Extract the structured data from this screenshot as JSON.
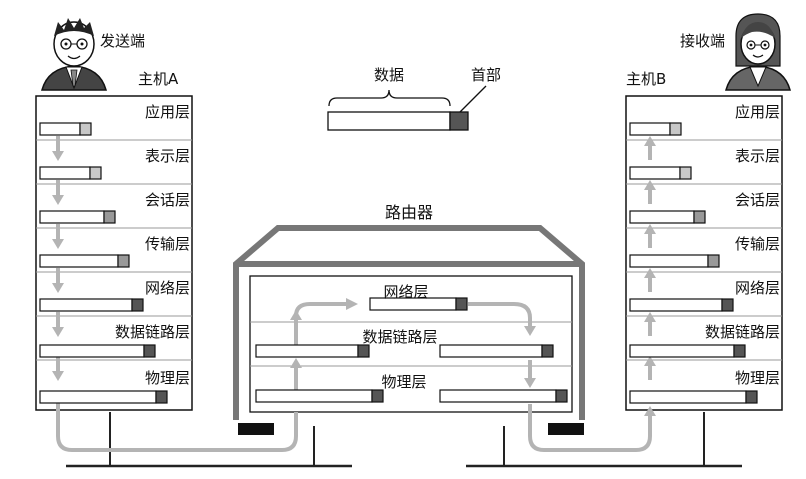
{
  "sender": {
    "label": "发送端",
    "host": "主机A"
  },
  "receiver": {
    "label": "接收端",
    "host": "主机B"
  },
  "legend": {
    "data": "数据",
    "header": "首部"
  },
  "router": {
    "title": "路由器",
    "layers": [
      "网络层",
      "数据链路层",
      "物理层"
    ]
  },
  "layers": [
    "应用层",
    "表示层",
    "会话层",
    "传输层",
    "网络层",
    "数据链路层",
    "物理层"
  ],
  "colors": {
    "header_light": "#c8c8c8",
    "header_mid": "#999999",
    "header_dark": "#555555",
    "arrow": "#b4b4b4",
    "frame": "#777777"
  }
}
